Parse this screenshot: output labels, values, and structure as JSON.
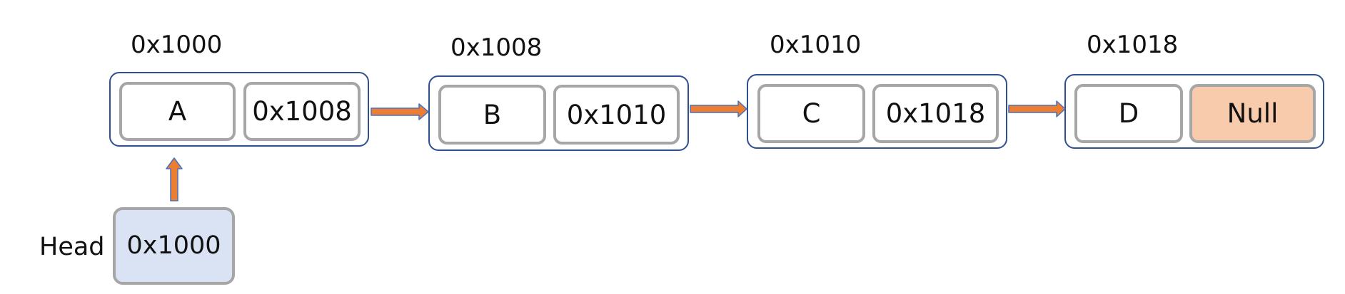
{
  "nodes": [
    {
      "address": "0x1000",
      "value": "A",
      "next": "0x1008"
    },
    {
      "address": "0x1008",
      "value": "B",
      "next": "0x1010"
    },
    {
      "address": "0x1010",
      "value": "C",
      "next": "0x1018"
    },
    {
      "address": "0x1018",
      "value": "D",
      "next": "Null"
    }
  ],
  "head": {
    "label": "Head",
    "value": "0x1000"
  },
  "colors": {
    "arrow_fill": "#ed7d31",
    "arrow_stroke": "#4472c4",
    "node_border": "#2f4f8f",
    "cell_border": "#a6a6a6",
    "null_fill": "#f8cbad",
    "head_fill": "#dae3f3"
  }
}
